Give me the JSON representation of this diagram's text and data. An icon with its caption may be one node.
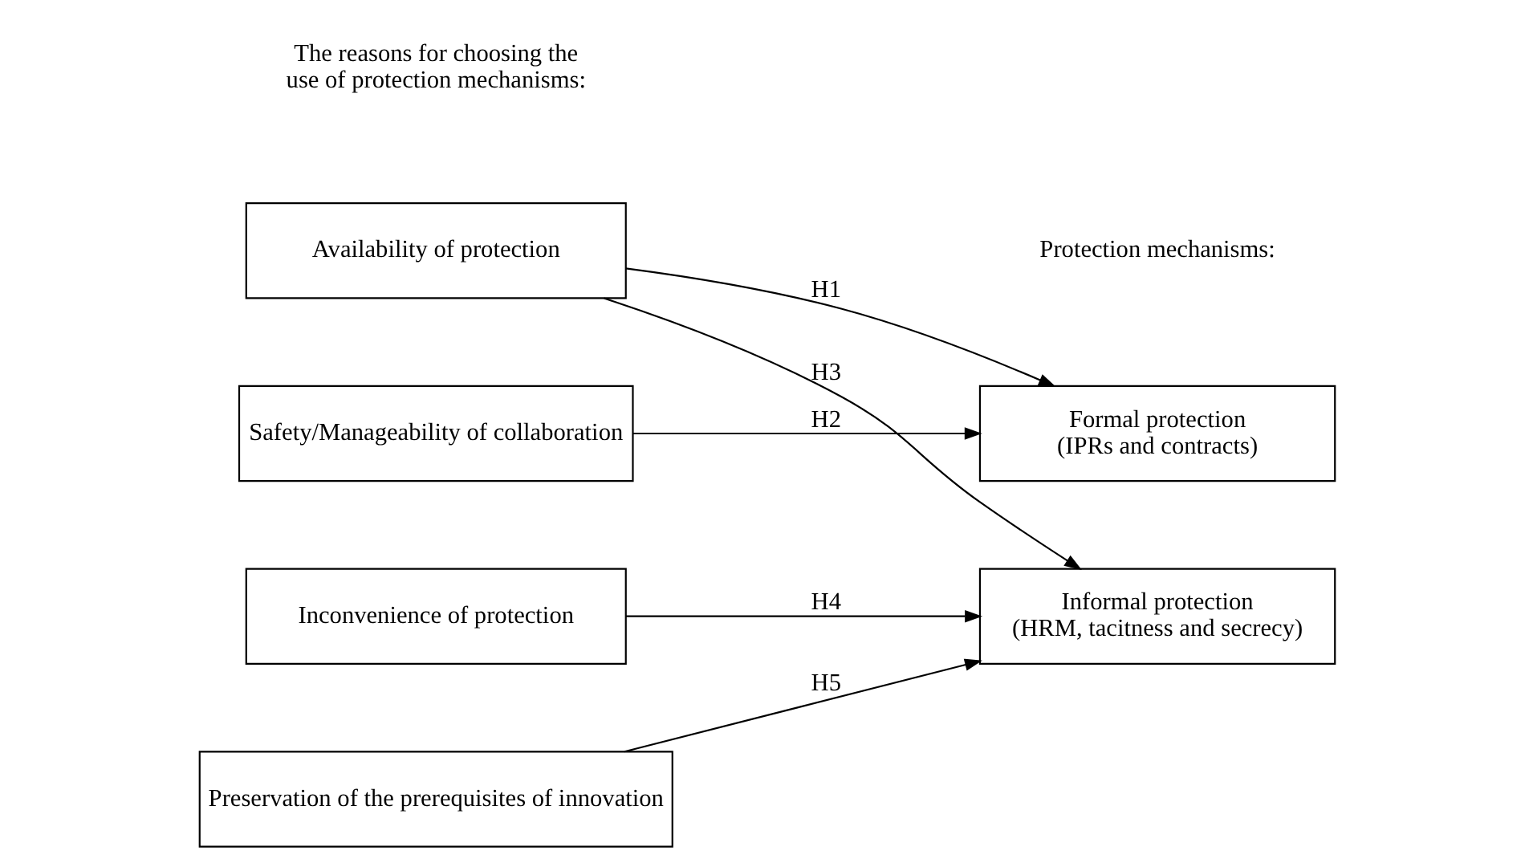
{
  "diagram": {
    "nodes": [
      {
        "text": [
          "Availability of protection"
        ]
      },
      {
        "text": [
          "Safety/Manageability of collaboration"
        ]
      },
      {
        "text": [
          "Inconvenience of protection"
        ]
      },
      {
        "text": [
          "Preservation of the prerequisites of innovation"
        ]
      },
      {
        "text": [
          "Formal protection",
          "(IPRs and contracts)"
        ]
      },
      {
        "text": [
          "Informal protection",
          "(HRM, tacitness and secrecy)"
        ]
      }
    ],
    "edges": [
      {
        "from": 0,
        "to": 4,
        "arrow": "to",
        "label": "H1"
      },
      {
        "from": 1,
        "to": 4,
        "arrow": "to",
        "label": "H2"
      },
      {
        "from": 0,
        "to": 5,
        "arrow": "to",
        "label": "H3"
      },
      {
        "from": 2,
        "to": 5,
        "arrow": "to",
        "label": "H4"
      },
      {
        "from": 3,
        "to": 5,
        "arrow": "to",
        "label": "H5"
      }
    ],
    "labels": [
      "The reasons for choosing the use of protection mechanisms:",
      "Protection mechanisms:"
    ]
  }
}
